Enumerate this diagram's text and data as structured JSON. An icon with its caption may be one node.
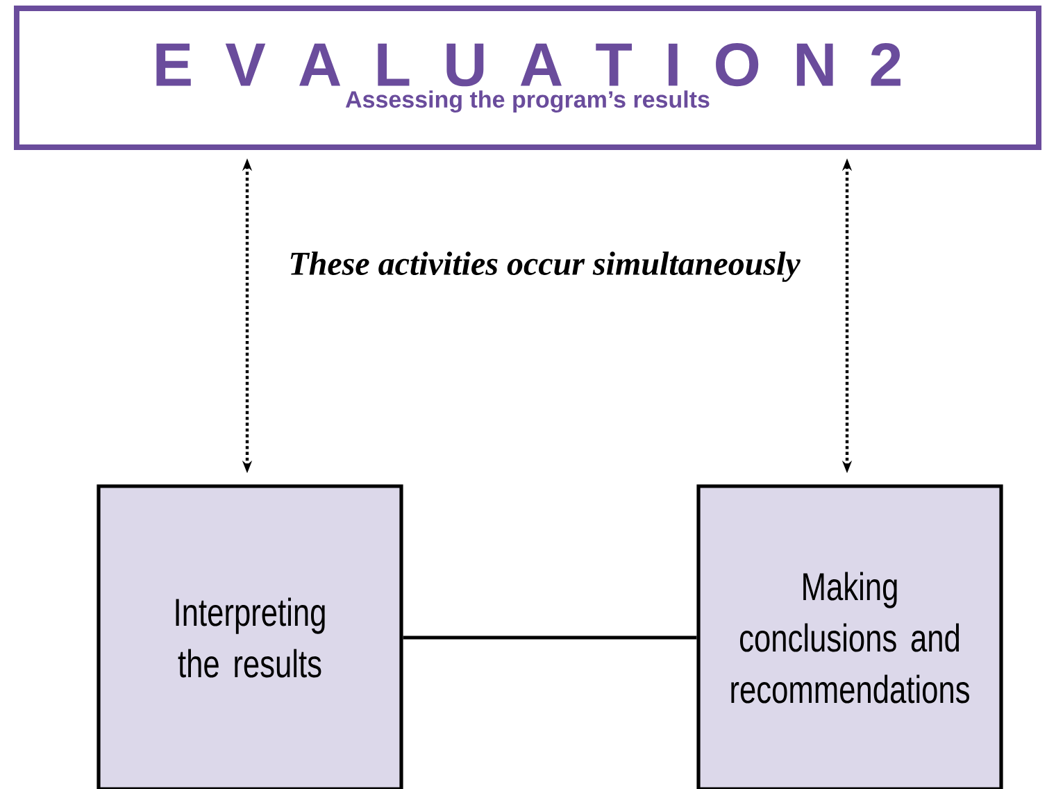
{
  "diagram": {
    "nodes": [
      {
        "text": [
          "E V A L U A T I O N 2",
          "Assessing the program’s results"
        ]
      },
      {
        "text": [
          "Interpreting the results"
        ]
      },
      {
        "text": [
          "Making conclusions and recommendations"
        ]
      }
    ],
    "edges": [
      {
        "from": 0,
        "to": 1,
        "arrow": "both",
        "style": "dashed"
      },
      {
        "from": 0,
        "to": 2,
        "arrow": "both",
        "style": "dashed"
      },
      {
        "from": 1,
        "to": 2,
        "arrow": "none"
      }
    ],
    "labels": [
      "These activities occur simultaneously"
    ]
  }
}
